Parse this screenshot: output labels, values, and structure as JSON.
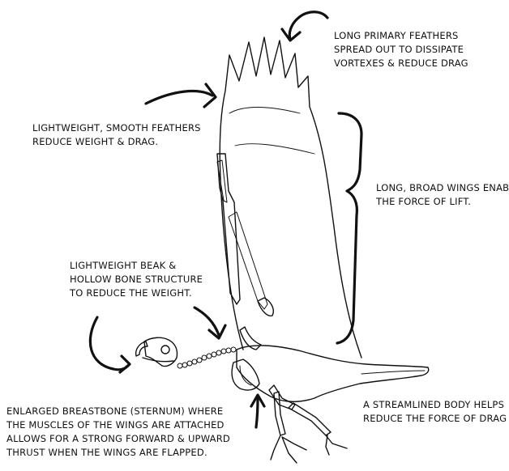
{
  "colors": {
    "ink": "#111111",
    "paper": "#ffffff"
  },
  "labels": {
    "primary_feathers": [
      "LONG PRIMARY FEATHERS",
      "SPREAD OUT TO DISSIPATE",
      "VORTEXES & REDUCE DRAG"
    ],
    "smooth_feathers": [
      "LIGHTWEIGHT, SMOOTH FEATHERS",
      "REDUCE WEIGHT & DRAG."
    ],
    "broad_wings": [
      "LONG, BROAD WINGS ENABLE",
      "THE FORCE OF LIFT."
    ],
    "beak_bones": [
      "LIGHTWEIGHT BEAK &",
      "HOLLOW BONE STRUCTURE",
      "TO REDUCE THE WEIGHT."
    ],
    "breastbone": [
      "ENLARGED BREASTBONE (STERNUM) WHERE",
      "THE MUSCLES OF THE WINGS ARE ATTACHED",
      "ALLOWS FOR A STRONG FORWARD & UPWARD",
      "THRUST WHEN THE WINGS ARE FLAPPED."
    ],
    "streamlined_body": [
      "A STREAMLINED BODY HELPS",
      "REDUCE THE FORCE OF DRAG"
    ]
  }
}
